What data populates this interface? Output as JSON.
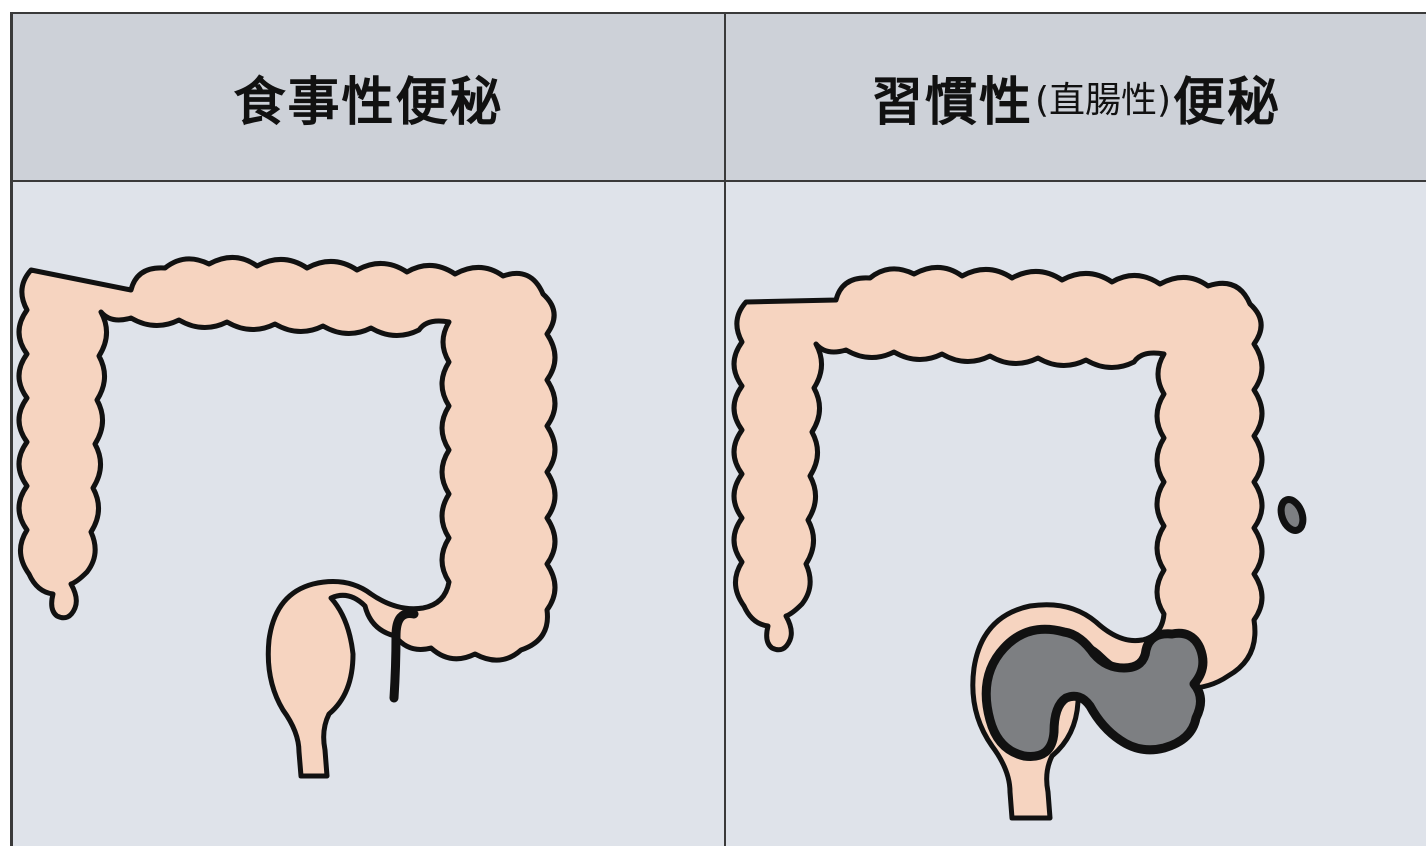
{
  "left_panel": {
    "title": "食事性便秘"
  },
  "right_panel": {
    "title_main": "習慣性",
    "title_paren": "(直腸性)",
    "title_end": "便秘"
  },
  "colors": {
    "colon_fill": "#f6d4c0",
    "outline": "#111111",
    "stool_fill": "#7d7f82",
    "panel_bg": "#dfe3ea",
    "header_bg": "#cdd1d8"
  }
}
